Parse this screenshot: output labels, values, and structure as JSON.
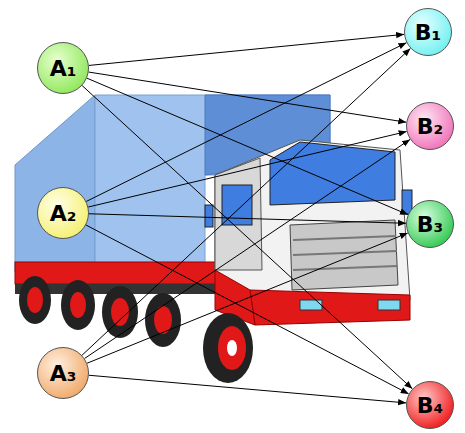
{
  "diagram": {
    "nodes": [
      {
        "text": [
          "A₁"
        ]
      },
      {
        "text": [
          "A₂"
        ]
      },
      {
        "text": [
          "A₃"
        ]
      },
      {
        "text": [
          "B₁"
        ]
      },
      {
        "text": [
          "B₂"
        ]
      },
      {
        "text": [
          "B₃"
        ]
      },
      {
        "text": [
          "B₄"
        ]
      }
    ],
    "edges": [
      {
        "from": 0,
        "to": 3,
        "arrow": "to"
      },
      {
        "from": 0,
        "to": 4,
        "arrow": "to"
      },
      {
        "from": 0,
        "to": 5,
        "arrow": "to"
      },
      {
        "from": 0,
        "to": 6,
        "arrow": "to"
      },
      {
        "from": 1,
        "to": 3,
        "arrow": "to"
      },
      {
        "from": 1,
        "to": 4,
        "arrow": "to"
      },
      {
        "from": 1,
        "to": 5,
        "arrow": "to"
      },
      {
        "from": 1,
        "to": 6,
        "arrow": "to"
      },
      {
        "from": 2,
        "to": 3,
        "arrow": "to"
      },
      {
        "from": 2,
        "to": 4,
        "arrow": "to"
      },
      {
        "from": 2,
        "to": 5,
        "arrow": "to"
      },
      {
        "from": 2,
        "to": 6,
        "arrow": "to"
      }
    ]
  }
}
